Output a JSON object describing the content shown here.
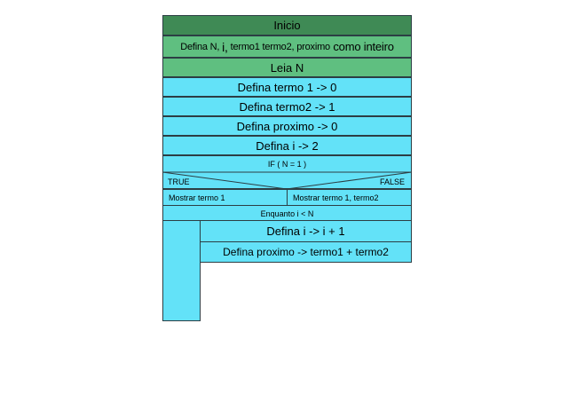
{
  "diagram": {
    "inicio": "Inicio",
    "defina_vars": {
      "prefix": "Defina N, ",
      "i": "i,",
      "mid": " termo1 termo2, proximo",
      "suffix": " como inteiro"
    },
    "leia": "Leia N",
    "steps": [
      "Defina termo 1 -> 0",
      "Defina termo2 -> 1",
      "Defina proximo -> 0",
      "Defina i -> 2"
    ],
    "if_condition": "IF ( N = 1 )",
    "true_label": "TRUE",
    "false_label": "FALSE",
    "true_action": "Mostrar termo 1",
    "false_action": "Mostrar termo 1, termo2",
    "loop_condition": "Enquanto i < N",
    "loop_body": [
      "Defina i -> i + 1",
      "Defina proximo -> termo1 + termo2"
    ]
  },
  "colors": {
    "process": "#63e2f8",
    "start": "#3f8a55",
    "declare": "#5fbf80",
    "border": "#2c3e44"
  }
}
